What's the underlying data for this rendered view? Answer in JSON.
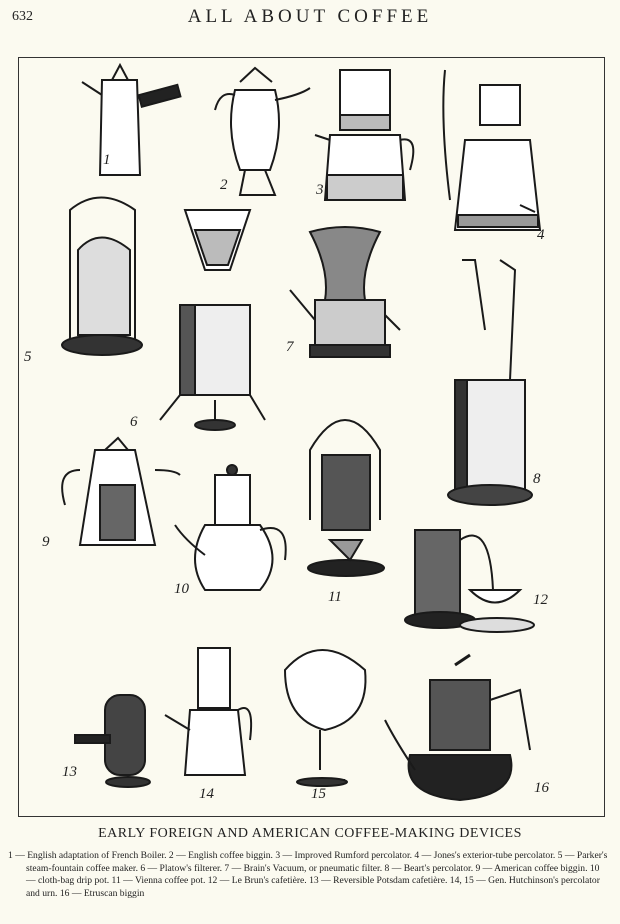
{
  "header": {
    "page_number": "632",
    "running_title": "ALL ABOUT COFFEE"
  },
  "figure": {
    "labels": [
      "1",
      "2",
      "3",
      "4",
      "5",
      "6",
      "7",
      "8",
      "9",
      "10",
      "11",
      "12",
      "13",
      "14",
      "15",
      "16"
    ],
    "title": "EARLY FOREIGN AND AMERICAN COFFEE-MAKING DEVICES",
    "caption": "1 — English adaptation of French Boiler. 2 — English coffee biggin. 3 — Improved Rumford percolator. 4 — Jones's exterior-tube percolator. 5 — Parker's steam-fountain coffee maker. 6 — Platow's filterer. 7 — Brain's Vacuum, or pneumatic filter. 8 — Beart's percolator. 9 — American coffee biggin. 10 — cloth-bag drip pot. 11 — Vienna coffee pot. 12 — Le Brun's cafetière. 13 — Reversible Potsdam cafetière. 14, 15 — Gen. Hutchinson's percolator and urn. 16 — Etruscan biggin"
  }
}
